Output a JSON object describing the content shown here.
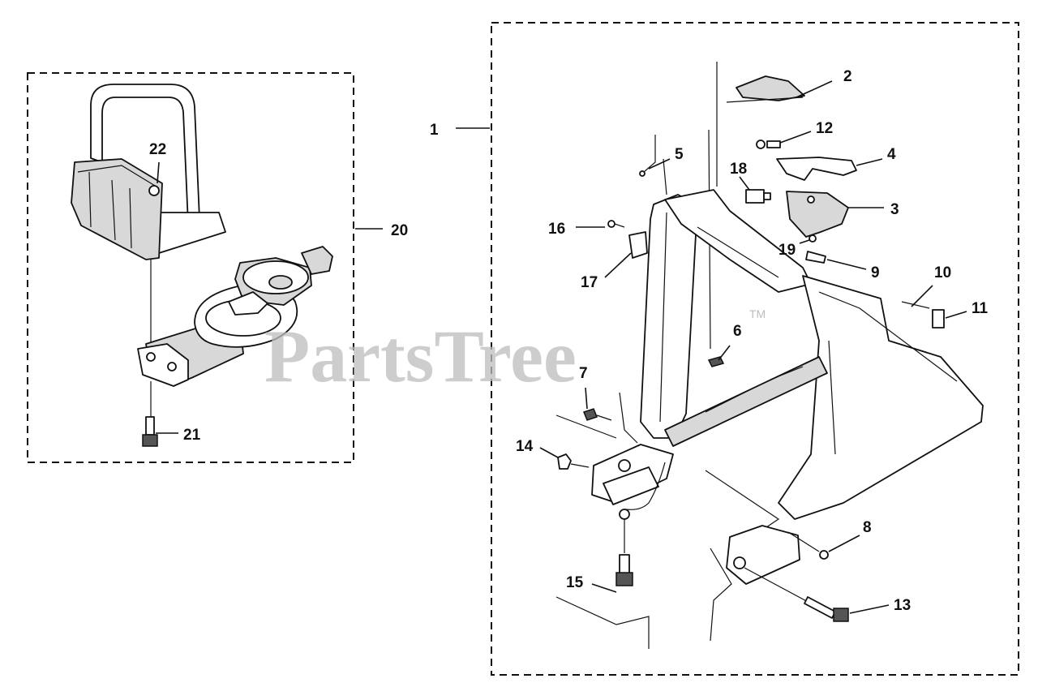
{
  "watermark": {
    "text": "PartsTree",
    "trademark": "TM"
  },
  "callouts": {
    "c1": "1",
    "c2": "2",
    "c3": "3",
    "c4": "4",
    "c5": "5",
    "c6": "6",
    "c7": "7",
    "c8": "8",
    "c9": "9",
    "c10": "10",
    "c11": "11",
    "c12": "12",
    "c13": "13",
    "c14": "14",
    "c15": "15",
    "c16": "16",
    "c17": "17",
    "c18": "18",
    "c19": "19",
    "c20": "20",
    "c21": "21",
    "c22": "22"
  }
}
